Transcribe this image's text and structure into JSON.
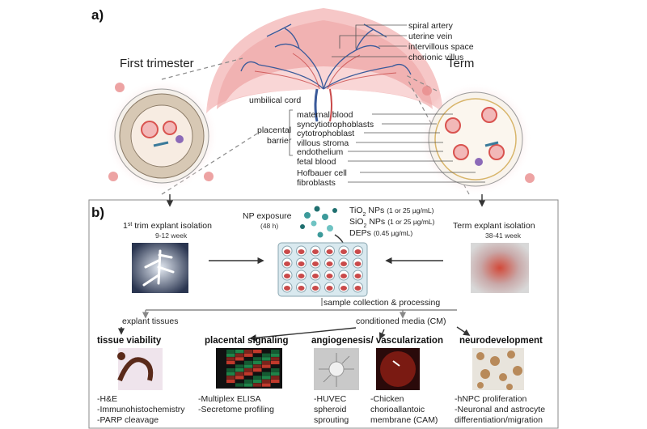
{
  "panel_a": {
    "label": "a)",
    "first_trimester": "First trimester",
    "term": "Term",
    "umbilical_cord": "umbilical cord",
    "placental_barrier_1": "placental",
    "placental_barrier_2": "barrier",
    "top_labels": [
      "spiral artery",
      "uterine vein",
      "intervillous space",
      "chorionic villus"
    ],
    "layer_labels": [
      "maternal blood",
      "syncytiotrophoblasts",
      "cytotrophoblast",
      "villous stroma",
      "endothelium",
      "fetal blood",
      "Hofbauer cell",
      "fibroblasts"
    ]
  },
  "panel_b": {
    "label": "b)",
    "first_trim_sup": "st",
    "first_trim_rest": " trim explant isolation",
    "first_trim_num": "1",
    "first_trim_week": "9-12 week",
    "term_iso": "Term explant isolation",
    "term_week": "38-41 week",
    "np_exposure": "NP exposure",
    "np_hours": "(48 h)",
    "tio2": "TiO",
    "tio2_sub": "2",
    "tio2_rest": " NPs",
    "tio2_dose": "(1 or 25 µg/mL)",
    "sio2": "SiO",
    "sio2_sub": "2",
    "sio2_rest": " NPs",
    "sio2_dose": "(1 or 25 µg/mL)",
    "deps": "DEPs",
    "deps_dose": "(0.45 µg/mL)",
    "sample_collection": "sample collection & processing",
    "explant_tissues": "explant tissues",
    "conditioned_media": "conditioned media (CM)",
    "categories": [
      {
        "title": "tissue viability",
        "items": [
          "-H&E",
          "-Immunohistochemistry",
          "-PARP cleavage"
        ]
      },
      {
        "title": "placental signaling",
        "items": [
          "-Multiplex ELISA",
          "-Secretome profiling"
        ]
      },
      {
        "title": "angiogenesis/ vascularization",
        "items": [
          "-HUVEC",
          " spheroid",
          " sprouting"
        ]
      },
      {
        "title": "",
        "items": [
          "-Chicken",
          " chorioallantoic",
          " membrane (CAM)"
        ]
      },
      {
        "title": "neurodevelopment",
        "items": [
          "-hNPC proliferation",
          "-Neuronal and astrocyte",
          " differentiation/migration"
        ]
      }
    ]
  },
  "colors": {
    "tissue_pink": "#f3b6b6",
    "vessel_blue": "#3a5a9a",
    "cell_red": "#d9534f",
    "plate_well": "#c94a4a",
    "np_teal": "#3c9a9a"
  }
}
